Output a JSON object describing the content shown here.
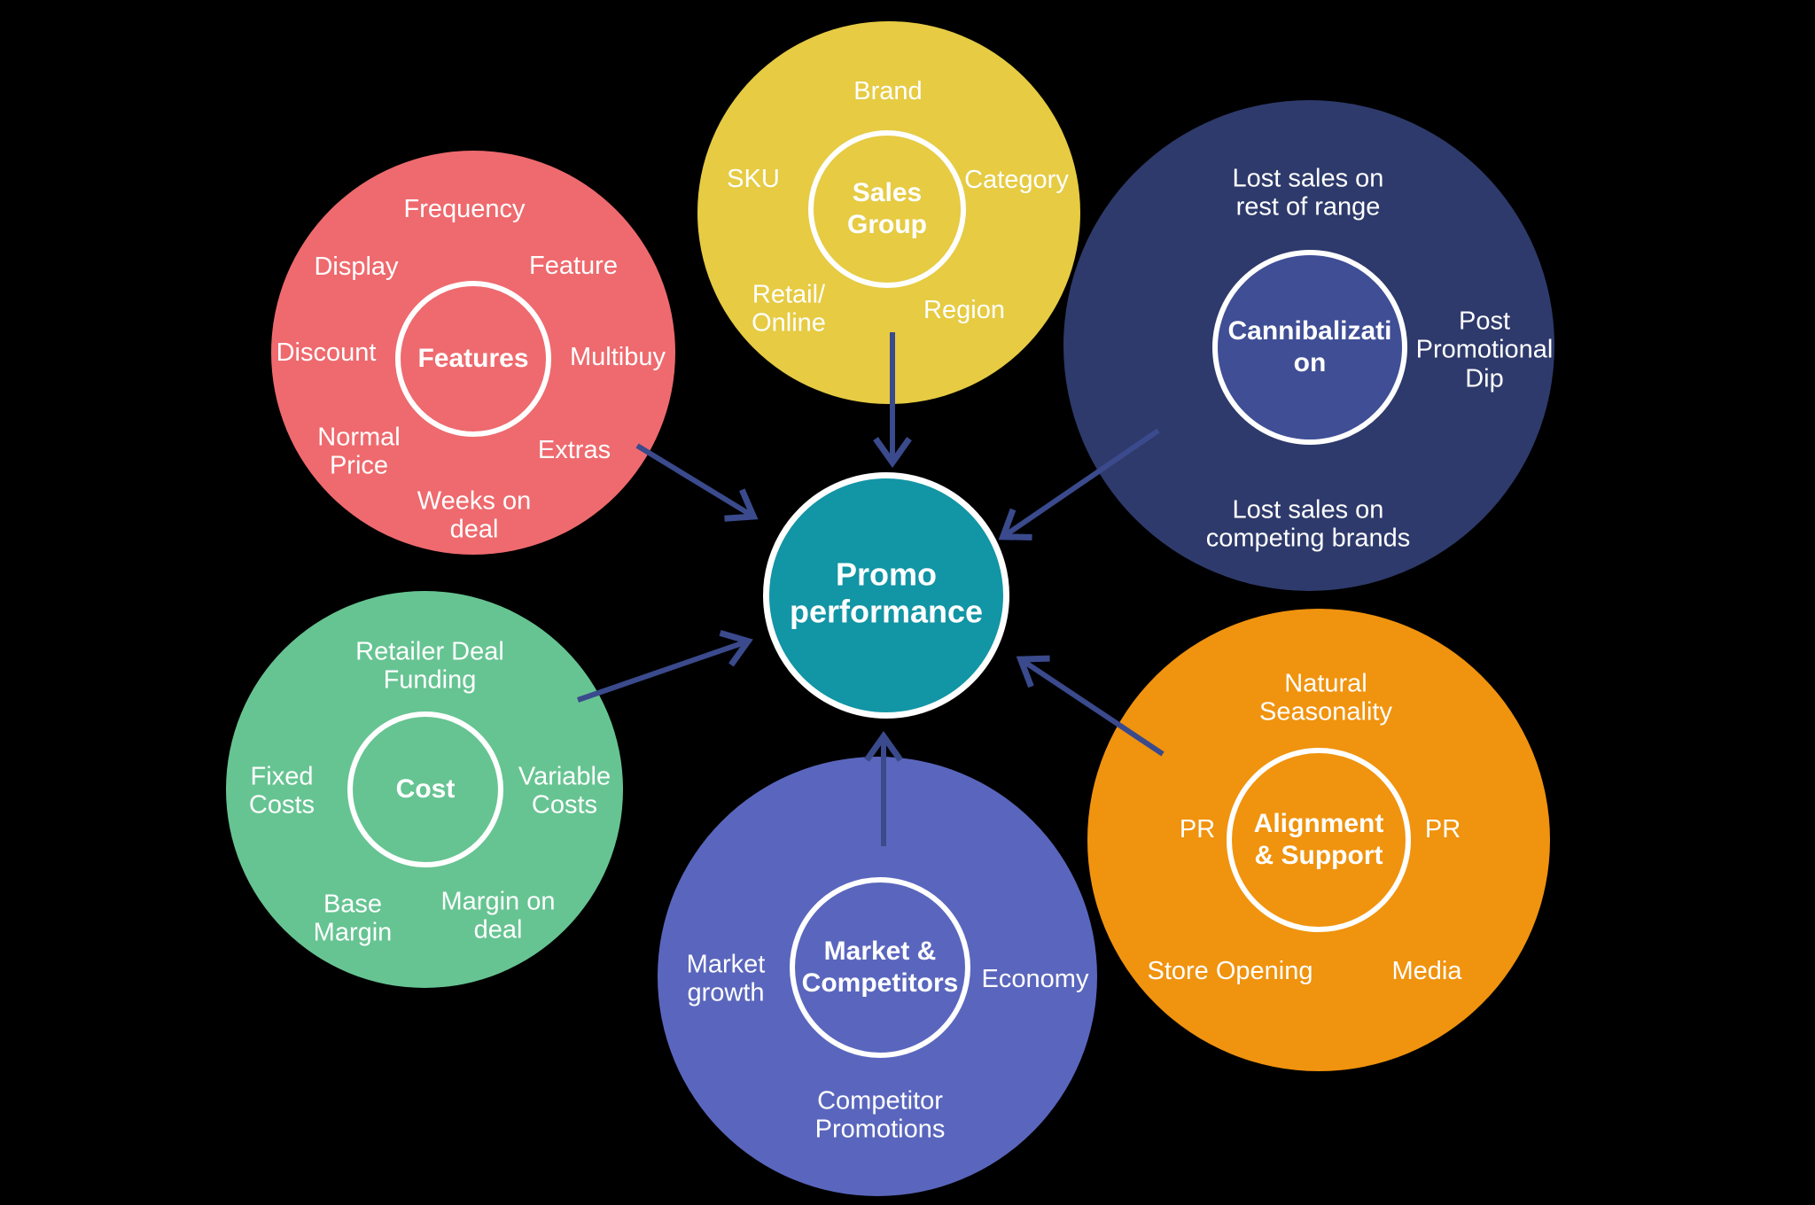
{
  "diagram": {
    "background": "#000000",
    "arrow_color": "#3A4A8C",
    "center_node": {
      "label": "Promo\nperformance",
      "color": "#1295A5",
      "ring_color": "#FFFFFF"
    },
    "groups": [
      {
        "name": "features",
        "title": "Features",
        "color": "#EE6A6E",
        "satellites": [
          "Frequency",
          "Display",
          "Feature",
          "Discount",
          "Multibuy",
          "Normal\nPrice",
          "Extras",
          "Weeks on\ndeal"
        ]
      },
      {
        "name": "sales-group",
        "title": "Sales\nGroup",
        "color": "#E6CB43",
        "satellites": [
          "Brand",
          "SKU",
          "Category",
          "Retail/\nOnline",
          "Region"
        ]
      },
      {
        "name": "cannibalization",
        "title": "Cannibalizati\non",
        "color": "#2E3A6B",
        "inner_color": "#3F4E95",
        "satellites": [
          "Lost sales on\nrest of range",
          "Post\nPromotional\nDip",
          "Lost sales on\ncompeting brands"
        ]
      },
      {
        "name": "cost",
        "title": "Cost",
        "color": "#66C492",
        "satellites": [
          "Retailer Deal\nFunding",
          "Fixed\nCosts",
          "Variable\nCosts",
          "Base\nMargin",
          "Margin on\ndeal"
        ]
      },
      {
        "name": "market-competitors",
        "title": "Market &\nCompetitors",
        "color": "#5A66BD",
        "satellites": [
          "Market\ngrowth",
          "Economy",
          "Competitor\nPromotions"
        ]
      },
      {
        "name": "alignment-support",
        "title": "Alignment\n& Support",
        "color": "#F0930E",
        "satellites": [
          "Natural\nSeasonality",
          "PR",
          "PR",
          "Store Opening",
          "Media"
        ]
      }
    ]
  }
}
